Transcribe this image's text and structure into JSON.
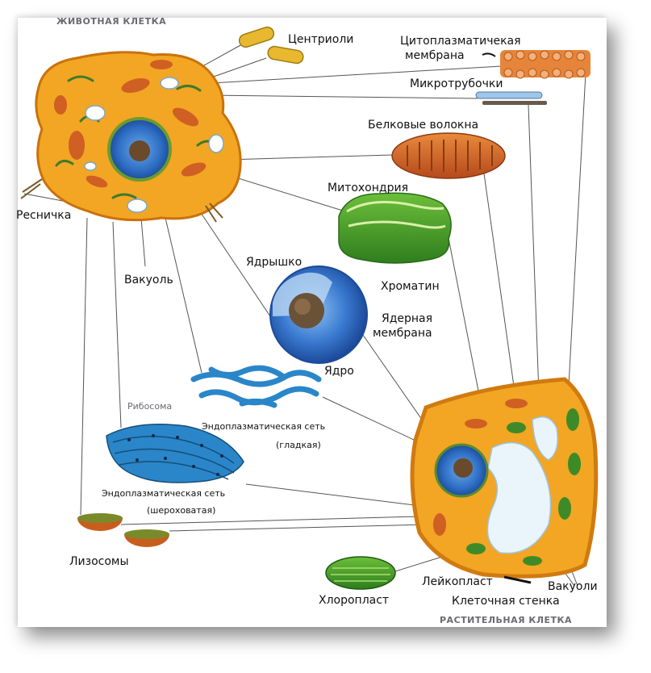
{
  "captions": {
    "animal_cell": "ЖИВОТНАЯ КЛЕТКА",
    "plant_cell": "РАСТИТЕЛЬНАЯ КЛЕТКА"
  },
  "labels": {
    "centrioles": "Центриоли",
    "membrane_line1": "Цитоплазматичекая",
    "membrane_line2": "мембрана",
    "microtubules": "Микротрубочки",
    "protein_fibers": "Белковые волокна",
    "mitochondria": "Митохондрия",
    "cilium": "Ресничка",
    "vacuole": "Вакуоль",
    "nucleolus": "Ядрышко",
    "chromatin": "Хроматин",
    "nuclear_membrane_line1": "Ядерная",
    "nuclear_membrane_line2": "мембрана",
    "nucleus": "Ядро",
    "ribosome": "Рибосома",
    "smooth_er_line1": "Эндоплазматическая сеть",
    "smooth_er_line2": "(гладкая)",
    "rough_er_line1": "Эндоплазматическая сеть",
    "rough_er_line2": "(шероховатая)",
    "lysosomes": "Лизосомы",
    "chloroplast": "Хлоропласт",
    "leucoplast": "Лейкопласт",
    "vacuoles": "Вакуоли",
    "cell_wall": "Клеточная стенка"
  },
  "colors": {
    "cytoplasm": "#f2a623",
    "cell_outline": "#d07a10",
    "nucleus_blue": "#2f6fc4",
    "organelle_brown": "#c4612a",
    "chloroplast_green": "#3f9a2a",
    "er_blue": "#2a86c8"
  }
}
